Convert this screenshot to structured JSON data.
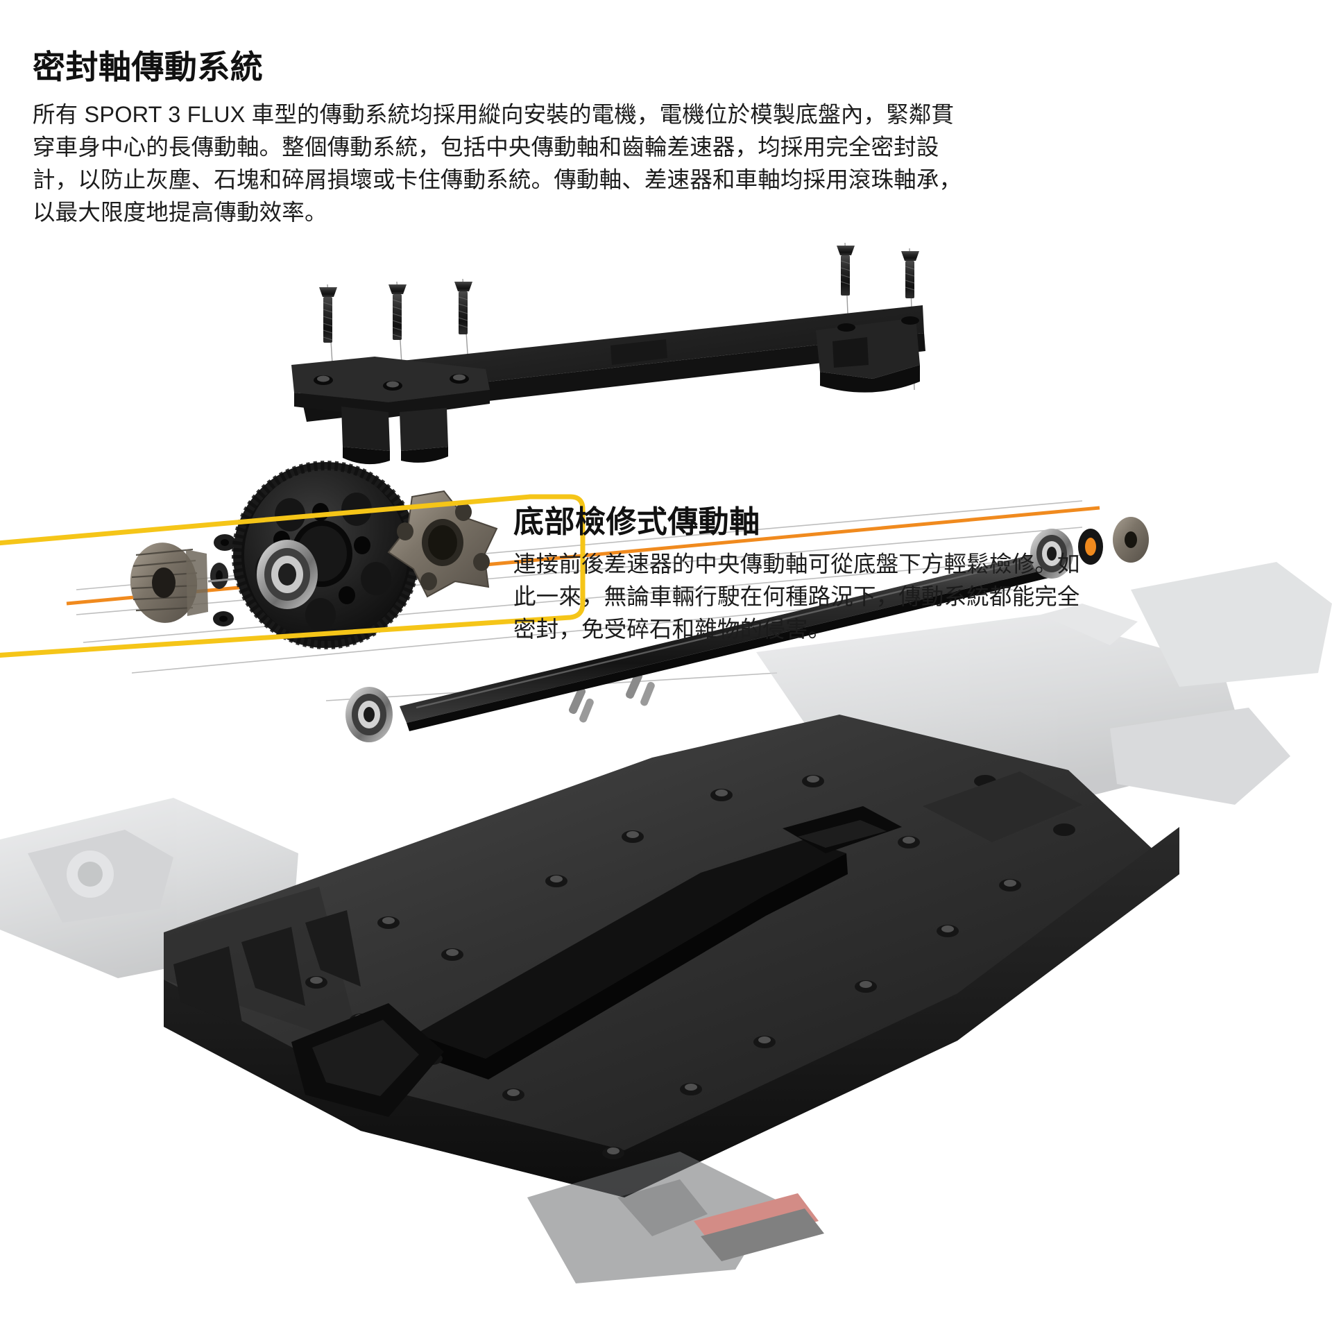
{
  "page": {
    "language": "zh-Hant",
    "background_color": "#ffffff",
    "text_color": "#1a1a1a",
    "accent_highlight_color": "#f5c518",
    "accent_axis_color": "#f08a1e"
  },
  "sections": [
    {
      "id": "sealed-shaft-drive",
      "headline": "密封軸傳動系統",
      "body": "所有 SPORT 3 FLUX 車型的傳動系統均採用縱向安裝的電機，電機位於模製底盤內，緊鄰貫穿車身中心的長傳動軸。整個傳動系統，包括中央傳動軸和齒輪差速器，均採用完全密封設計，以防止灰塵、石塊和碎屑損壞或卡住傳動系統。傳動軸、差速器和車軸均採用滾珠軸承，以最大限度地提高傳動效率。"
    },
    {
      "id": "bottom-access-driveshaft",
      "headline": "底部檢修式傳動軸",
      "body": "連接前後差速器的中央傳動軸可從底盤下方輕鬆檢修。如此一來，無論車輛行駛在何種路況下，傳動系統都能完全密封，免受碎石和雜物的侵害。"
    }
  ],
  "artwork": {
    "caption": "exploded-view-rc-drivetrain-photo",
    "parts": [
      {
        "name": "countersunk-screw",
        "count": 5,
        "color": "#2b2b2b"
      },
      {
        "name": "motor-mount-brace",
        "color": "#232323"
      },
      {
        "name": "bevel-pinion-gear",
        "color": "#6b6258"
      },
      {
        "name": "spur-gear",
        "color": "#1e1e1e"
      },
      {
        "name": "ball-bearing",
        "count": 3,
        "color": "#9a9a9a"
      },
      {
        "name": "drive-hub-flange",
        "color": "#7d766b"
      },
      {
        "name": "center-driveshaft",
        "color": "#1c1c1c"
      },
      {
        "name": "retaining-pin",
        "count": 3,
        "color": "#8e8e8e"
      },
      {
        "name": "shim-washer",
        "count": 4,
        "color": "#2a2a2a"
      },
      {
        "name": "molded-chassis-plate",
        "color": "#262626"
      },
      {
        "name": "suspension-arm-ghost",
        "color": "#c9cacc"
      }
    ],
    "highlight_loop_color": "#f5c518",
    "axis_line_color": "#f08a1e",
    "guide_line_color": "#b9b9b9"
  }
}
